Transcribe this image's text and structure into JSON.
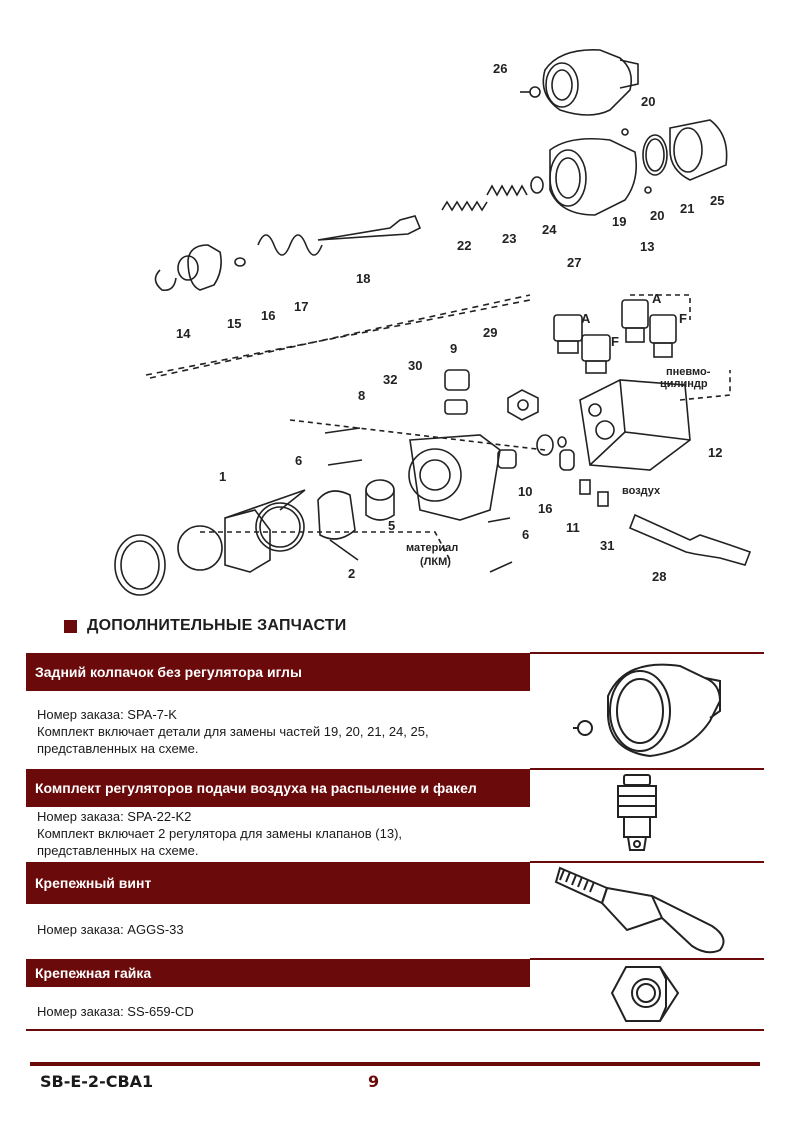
{
  "diagram": {
    "callouts": [
      "26",
      "20",
      "25",
      "21",
      "20",
      "19",
      "24",
      "23",
      "22",
      "18",
      "13",
      "27",
      "17",
      "16",
      "15",
      "14",
      "A",
      "F",
      "A",
      "F",
      "29",
      "9",
      "30",
      "32",
      "8",
      "6",
      "1",
      "12",
      "10",
      "16",
      "11",
      "31",
      "5",
      "6",
      "2",
      "28"
    ],
    "labels": {
      "pneumo_line1": "пневмо-",
      "pneumo_line2": "цилиндр",
      "air": "воздух",
      "material_line1": "материал",
      "material_line2": "(ЛКМ)"
    }
  },
  "section": {
    "title": "ДОПОЛНИТЕЛЬНЫЕ ЗАПЧАСТИ"
  },
  "parts": [
    {
      "title": "Задний колпачок без регулятора иглы",
      "line1": "Номер заказа: SPA-7-K",
      "line2": "Комплект включает детали для замены частей 19, 20, 21, 24, 25,",
      "line3": "представленных на схеме."
    },
    {
      "title": "Комплект регуляторов подачи воздуха на распыление и факел",
      "line1": "Номер заказа: SPA-22-K2",
      "line2": "Комплект включает 2 регулятора для замены клапанов (13),",
      "line3": "представленных на схеме."
    },
    {
      "title": "Крепежный винт",
      "line1": "Номер заказа: AGGS-33"
    },
    {
      "title": "Крепежная гайка",
      "line1": "Номер заказа: SS-659-CD"
    }
  ],
  "footer": {
    "code": "SB-E-2-CBA1",
    "page": "9"
  },
  "colors": {
    "accent": "#6b0a0a"
  }
}
